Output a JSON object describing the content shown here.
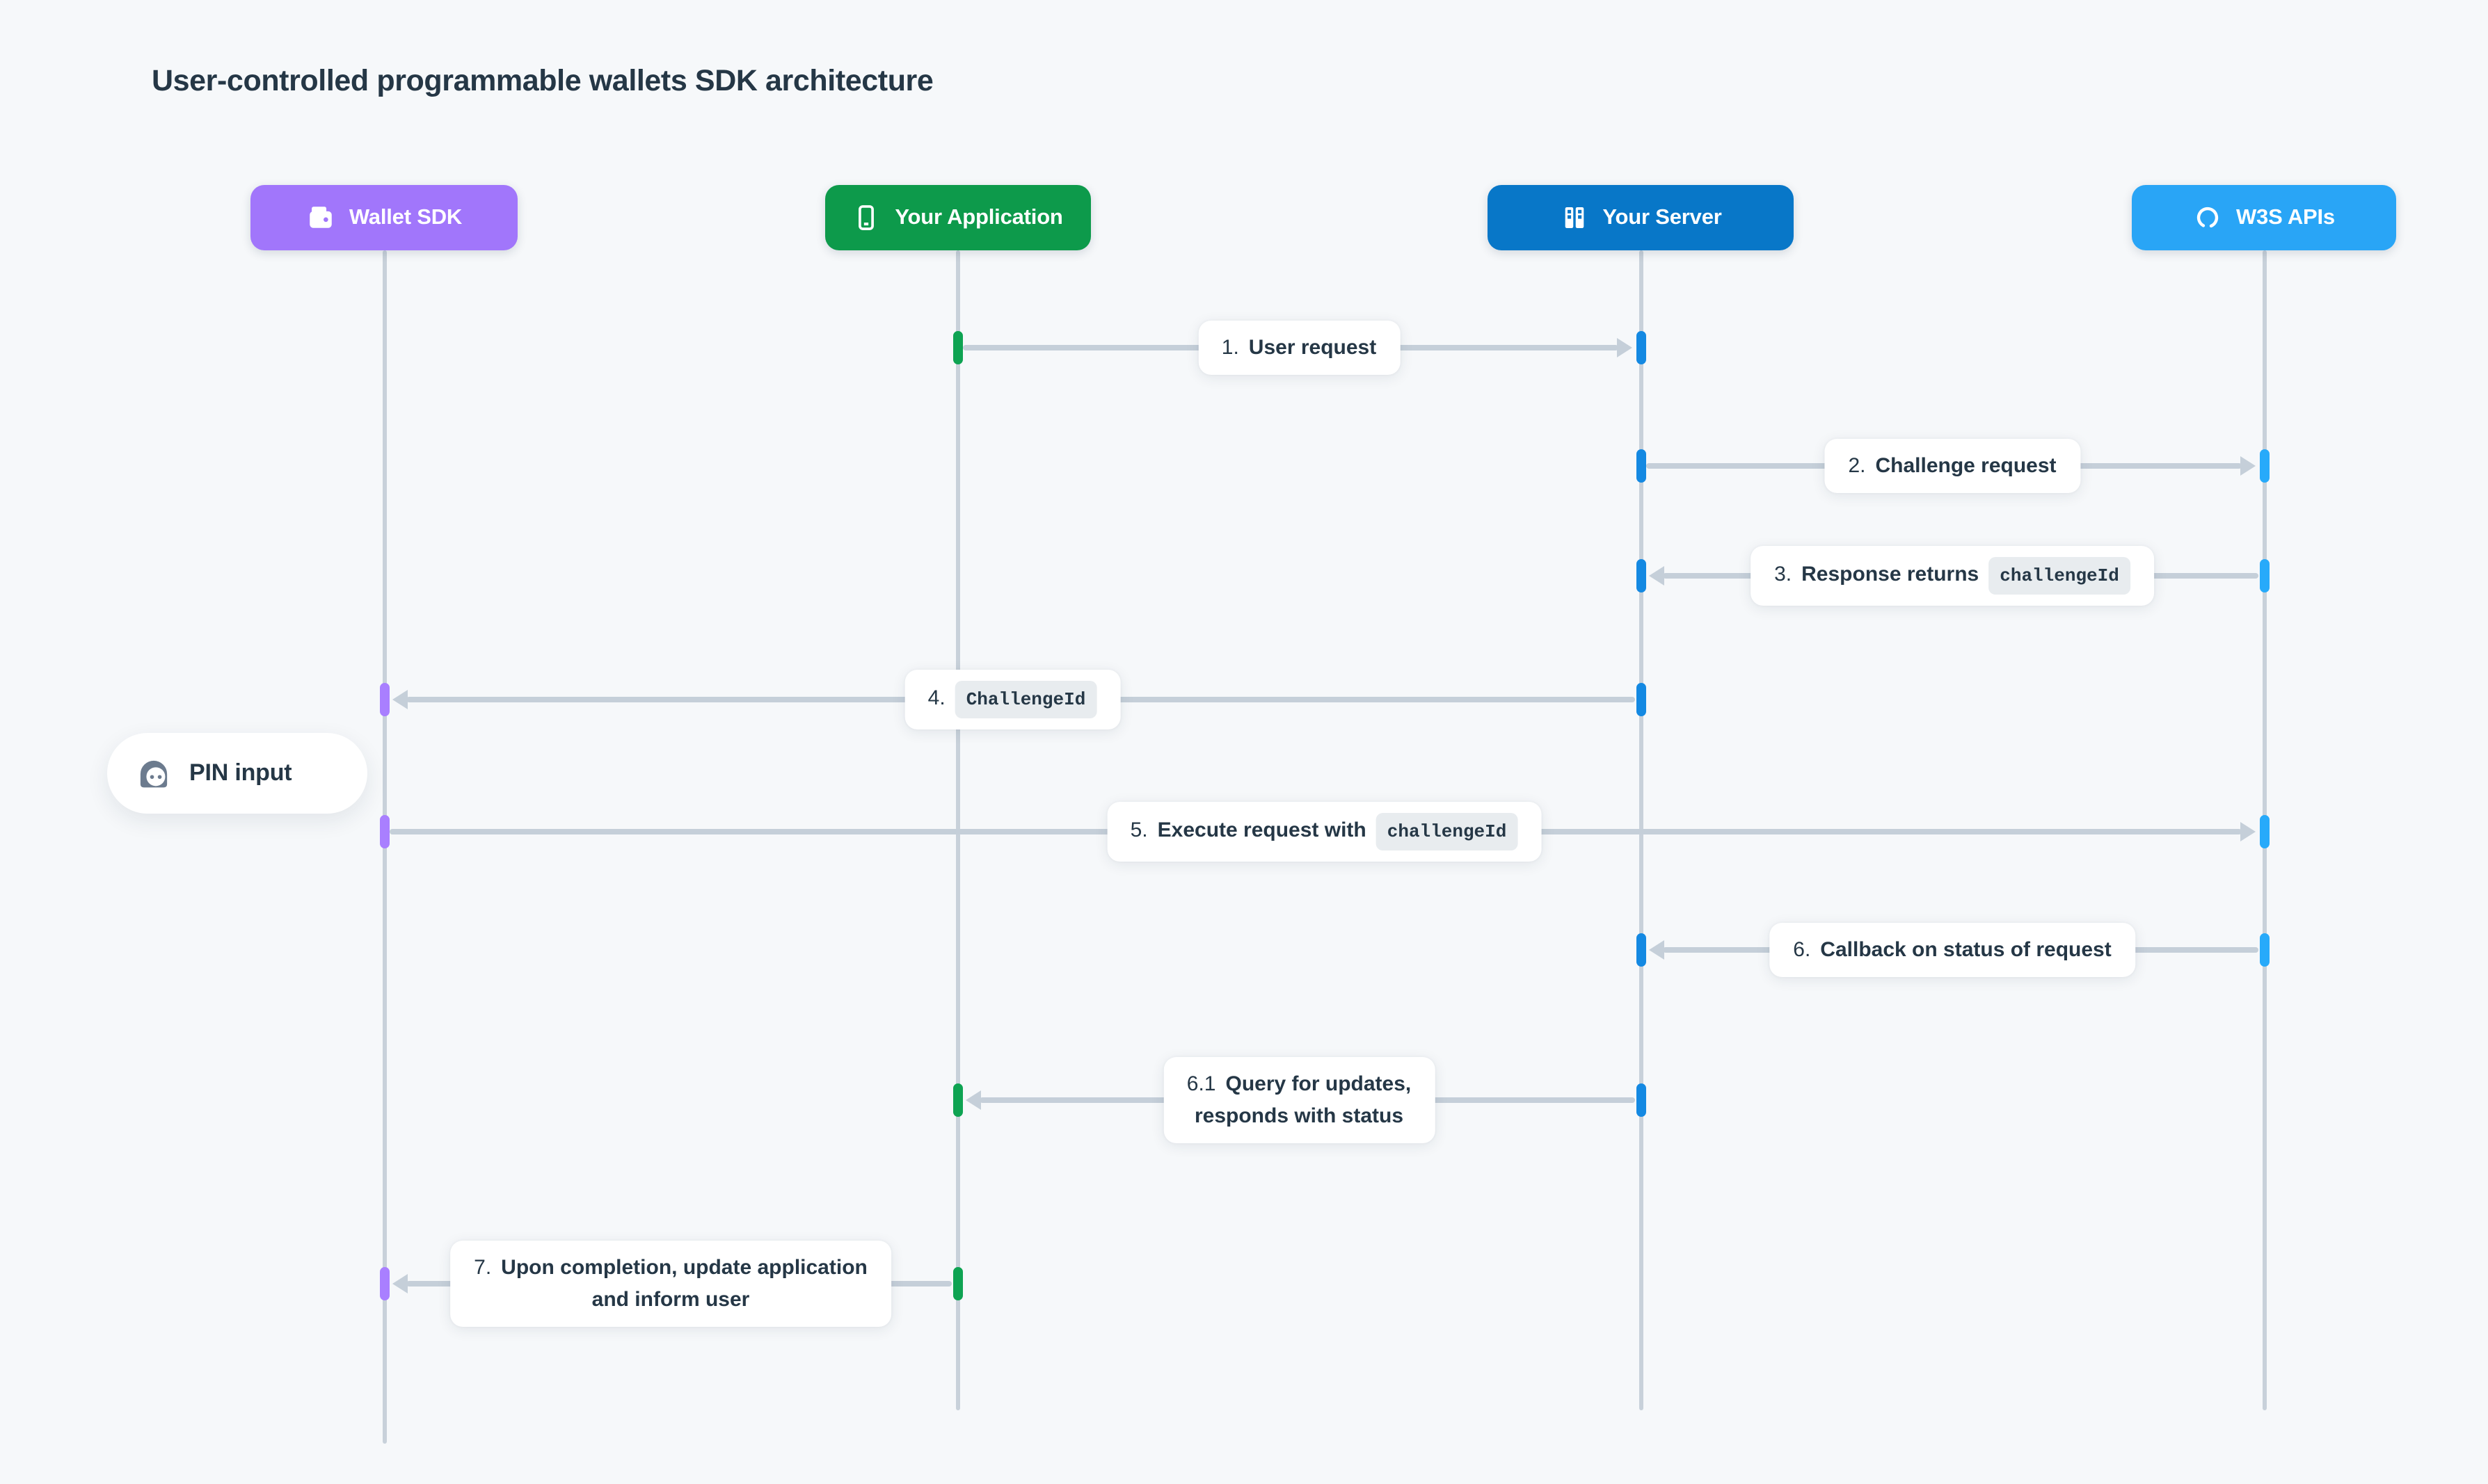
{
  "title": "User-controlled programmable wallets SDK architecture",
  "actors": [
    {
      "id": "wallet-sdk",
      "label": "Wallet SDK",
      "icon": "wallet-icon",
      "color": "#A176FB",
      "tick_color": "#A97FFF"
    },
    {
      "id": "your-application",
      "label": "Your Application",
      "icon": "phone-icon",
      "color": "#0D9A4B",
      "tick_color": "#0EA352"
    },
    {
      "id": "your-server",
      "label": "Your Server",
      "icon": "server-icon",
      "color": "#0877C8",
      "tick_color": "#1489E2"
    },
    {
      "id": "w3s-apis",
      "label": "W3S APIs",
      "icon": "refresh-icon",
      "color": "#29A5F6",
      "tick_color": "#27AAFA"
    }
  ],
  "note": {
    "label": "PIN input",
    "icon": "face-icon"
  },
  "messages": [
    {
      "num": "1.",
      "from": "your-application",
      "to": "your-server",
      "lines": [
        [
          {
            "text": "User request"
          }
        ]
      ]
    },
    {
      "num": "2.",
      "from": "your-server",
      "to": "w3s-apis",
      "lines": [
        [
          {
            "text": "Challenge request"
          }
        ]
      ]
    },
    {
      "num": "3.",
      "from": "w3s-apis",
      "to": "your-server",
      "lines": [
        [
          {
            "text": "Response returns"
          },
          {
            "text": "challengeId",
            "code": true
          }
        ]
      ]
    },
    {
      "num": "4.",
      "from": "your-server",
      "to": "wallet-sdk",
      "lines": [
        [
          {
            "text": "ChallengeId",
            "code": true
          }
        ]
      ]
    },
    {
      "num": "5.",
      "from": "wallet-sdk",
      "to": "w3s-apis",
      "lines": [
        [
          {
            "text": "Execute request with"
          },
          {
            "text": "challengeId",
            "code": true
          }
        ]
      ]
    },
    {
      "num": "6.",
      "from": "w3s-apis",
      "to": "your-server",
      "lines": [
        [
          {
            "text": "Callback on status of request"
          }
        ]
      ]
    },
    {
      "num": "6.1",
      "from": "your-server",
      "to": "your-application",
      "lines": [
        [
          {
            "text": "Query for updates,"
          }
        ],
        [
          {
            "text": "responds with status"
          }
        ]
      ]
    },
    {
      "num": "7.",
      "from": "your-application",
      "to": "wallet-sdk",
      "lines": [
        [
          {
            "text": "Upon completion, update application"
          }
        ],
        [
          {
            "text": "and inform user"
          }
        ]
      ]
    }
  ],
  "colors": {
    "background": "#F6F8FA",
    "text": "#253746",
    "line": "#C5CFD9",
    "label_background": "#FFFFFF",
    "chip_background": "#E8ECEF",
    "note_icon": "#6C7B8E"
  }
}
